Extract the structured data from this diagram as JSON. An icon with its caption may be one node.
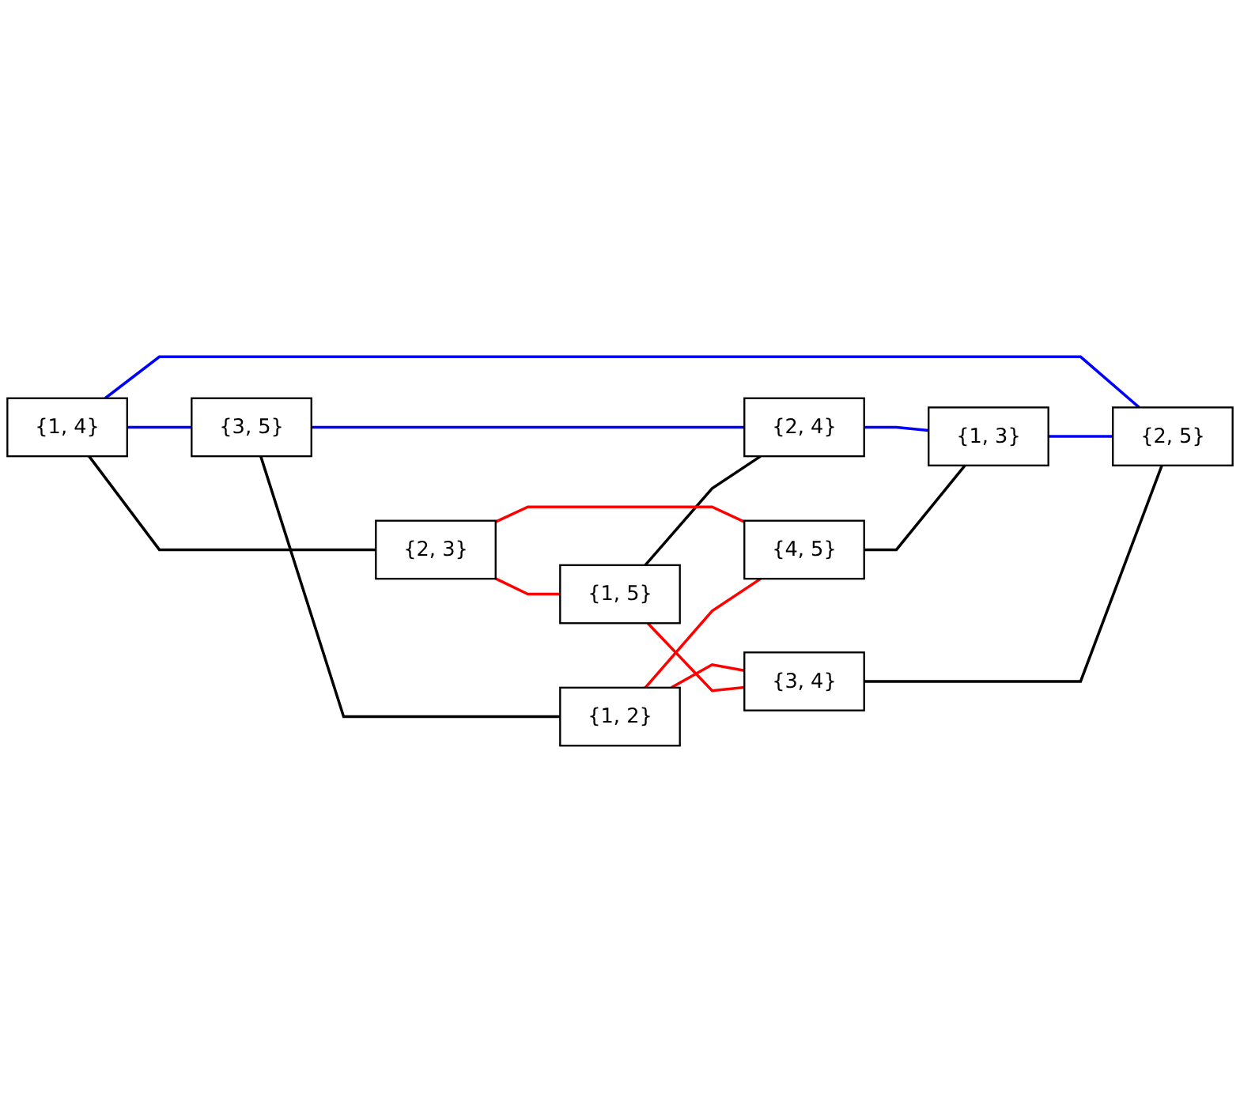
{
  "diagram": {
    "nodes": [
      {
        "text": [
          "{1, 4}"
        ]
      },
      {
        "text": [
          "{3, 5}"
        ]
      },
      {
        "text": [
          "{2, 3}"
        ]
      },
      {
        "text": [
          "{1, 2}"
        ]
      },
      {
        "text": [
          "{3, 4}"
        ]
      },
      {
        "text": [
          "{2, 5}"
        ]
      },
      {
        "text": [
          "{1, 5}"
        ]
      },
      {
        "text": [
          "{4, 5}"
        ]
      },
      {
        "text": [
          "{2, 4}"
        ]
      },
      {
        "text": [
          "{1, 3}"
        ]
      }
    ],
    "edges": [
      {
        "from": 0,
        "to": 1,
        "arrow": "none",
        "color": "#0000ff"
      },
      {
        "from": 0,
        "to": 5,
        "arrow": "none",
        "color": "#0000ff"
      },
      {
        "from": 1,
        "to": 8,
        "arrow": "none",
        "color": "#0000ff"
      },
      {
        "from": 8,
        "to": 9,
        "arrow": "none",
        "color": "#0000ff"
      },
      {
        "from": 9,
        "to": 5,
        "arrow": "none",
        "color": "#0000ff"
      },
      {
        "from": 0,
        "to": 2,
        "arrow": "none",
        "color": "#000000"
      },
      {
        "from": 1,
        "to": 3,
        "arrow": "none",
        "color": "#000000"
      },
      {
        "from": 4,
        "to": 5,
        "arrow": "none",
        "color": "#000000"
      },
      {
        "from": 6,
        "to": 8,
        "arrow": "none",
        "color": "#000000"
      },
      {
        "from": 7,
        "to": 9,
        "arrow": "none",
        "color": "#000000"
      },
      {
        "from": 2,
        "to": 6,
        "arrow": "none",
        "color": "#ff0000"
      },
      {
        "from": 2,
        "to": 7,
        "arrow": "none",
        "color": "#ff0000"
      },
      {
        "from": 3,
        "to": 4,
        "arrow": "none",
        "color": "#ff0000"
      },
      {
        "from": 3,
        "to": 7,
        "arrow": "none",
        "color": "#ff0000"
      },
      {
        "from": 6,
        "to": 4,
        "arrow": "none",
        "color": "#ff0000"
      }
    ]
  }
}
